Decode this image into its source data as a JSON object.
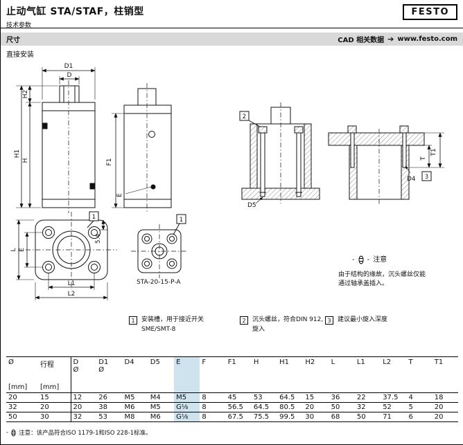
{
  "page": {
    "title": "止动气缸 STA/STAF，柱销型",
    "subtitle": "技术参数",
    "logo": "FESTO"
  },
  "band": {
    "left": "尺寸",
    "cad_label": "CAD 相关数据",
    "arrow": "➔",
    "cad_link": "www.festo.com"
  },
  "section_label": "直接安装",
  "labels": {
    "D": "D",
    "D1": "D1",
    "D4": "D4",
    "D5": "D5",
    "E": "E",
    "F1": "F1",
    "H": "H",
    "H1": "H1",
    "H2": "H2",
    "L": "L",
    "L1": "L1",
    "L2": "L2",
    "T": "T",
    "T1": "T1",
    "dim54": "5.4"
  },
  "balloons": {
    "b1": "1",
    "b2": "2",
    "b3": "3"
  },
  "model": "STA-20-15-P-A",
  "notice": {
    "dash_left": "-",
    "dash_right": "-",
    "title": "注意",
    "line1": "由于结构的缘故，沉头螺丝仅能",
    "line2": "通过轴承盖插入。"
  },
  "callouts": [
    {
      "num": "1",
      "line1": "安装槽，用于接近开关",
      "line2": "SME/SMT-8"
    },
    {
      "num": "2",
      "line1": "沉头螺丝，符合DIN 912,",
      "line2": "旋入"
    },
    {
      "num": "3",
      "line1": "建议最小旋入深度",
      "line2": ""
    }
  ],
  "table": {
    "headers": [
      {
        "main": "Ø",
        "unit": "[mm]"
      },
      {
        "main": "行程",
        "unit": "[mm]"
      },
      {
        "main": "D",
        "sub": "Ø"
      },
      {
        "main": "D1",
        "sub": "Ø"
      },
      {
        "main": "D4"
      },
      {
        "main": "D5"
      },
      {
        "main": "E"
      },
      {
        "main": "F"
      },
      {
        "main": "F1"
      },
      {
        "main": "H"
      },
      {
        "main": "H1"
      },
      {
        "main": "H2"
      },
      {
        "main": "L"
      },
      {
        "main": "L1"
      },
      {
        "main": "L2"
      },
      {
        "main": "T"
      },
      {
        "main": "T1"
      }
    ],
    "rows": [
      [
        "20",
        "15",
        "12",
        "26",
        "M5",
        "M4",
        "M5",
        "8",
        "45",
        "53",
        "64.5",
        "15",
        "36",
        "22",
        "37.5",
        "4",
        "18"
      ],
      [
        "32",
        "20",
        "20",
        "38",
        "M6",
        "M5",
        "G⅛",
        "8",
        "56.5",
        "64.5",
        "80.5",
        "20",
        "50",
        "32",
        "52",
        "5",
        "20"
      ],
      [
        "50",
        "30",
        "32",
        "53",
        "M8",
        "M6",
        "G⅛",
        "8",
        "67.5",
        "75.5",
        "99.5",
        "30",
        "68",
        "50",
        "71",
        "6",
        "20"
      ]
    ]
  },
  "footnote": {
    "dash": "-",
    "text": "注意：该产品符合ISO 1179-1和ISO 228-1标准。"
  },
  "colors": {
    "highlight": "#cfe3ee",
    "band": "#d9d9d9"
  }
}
